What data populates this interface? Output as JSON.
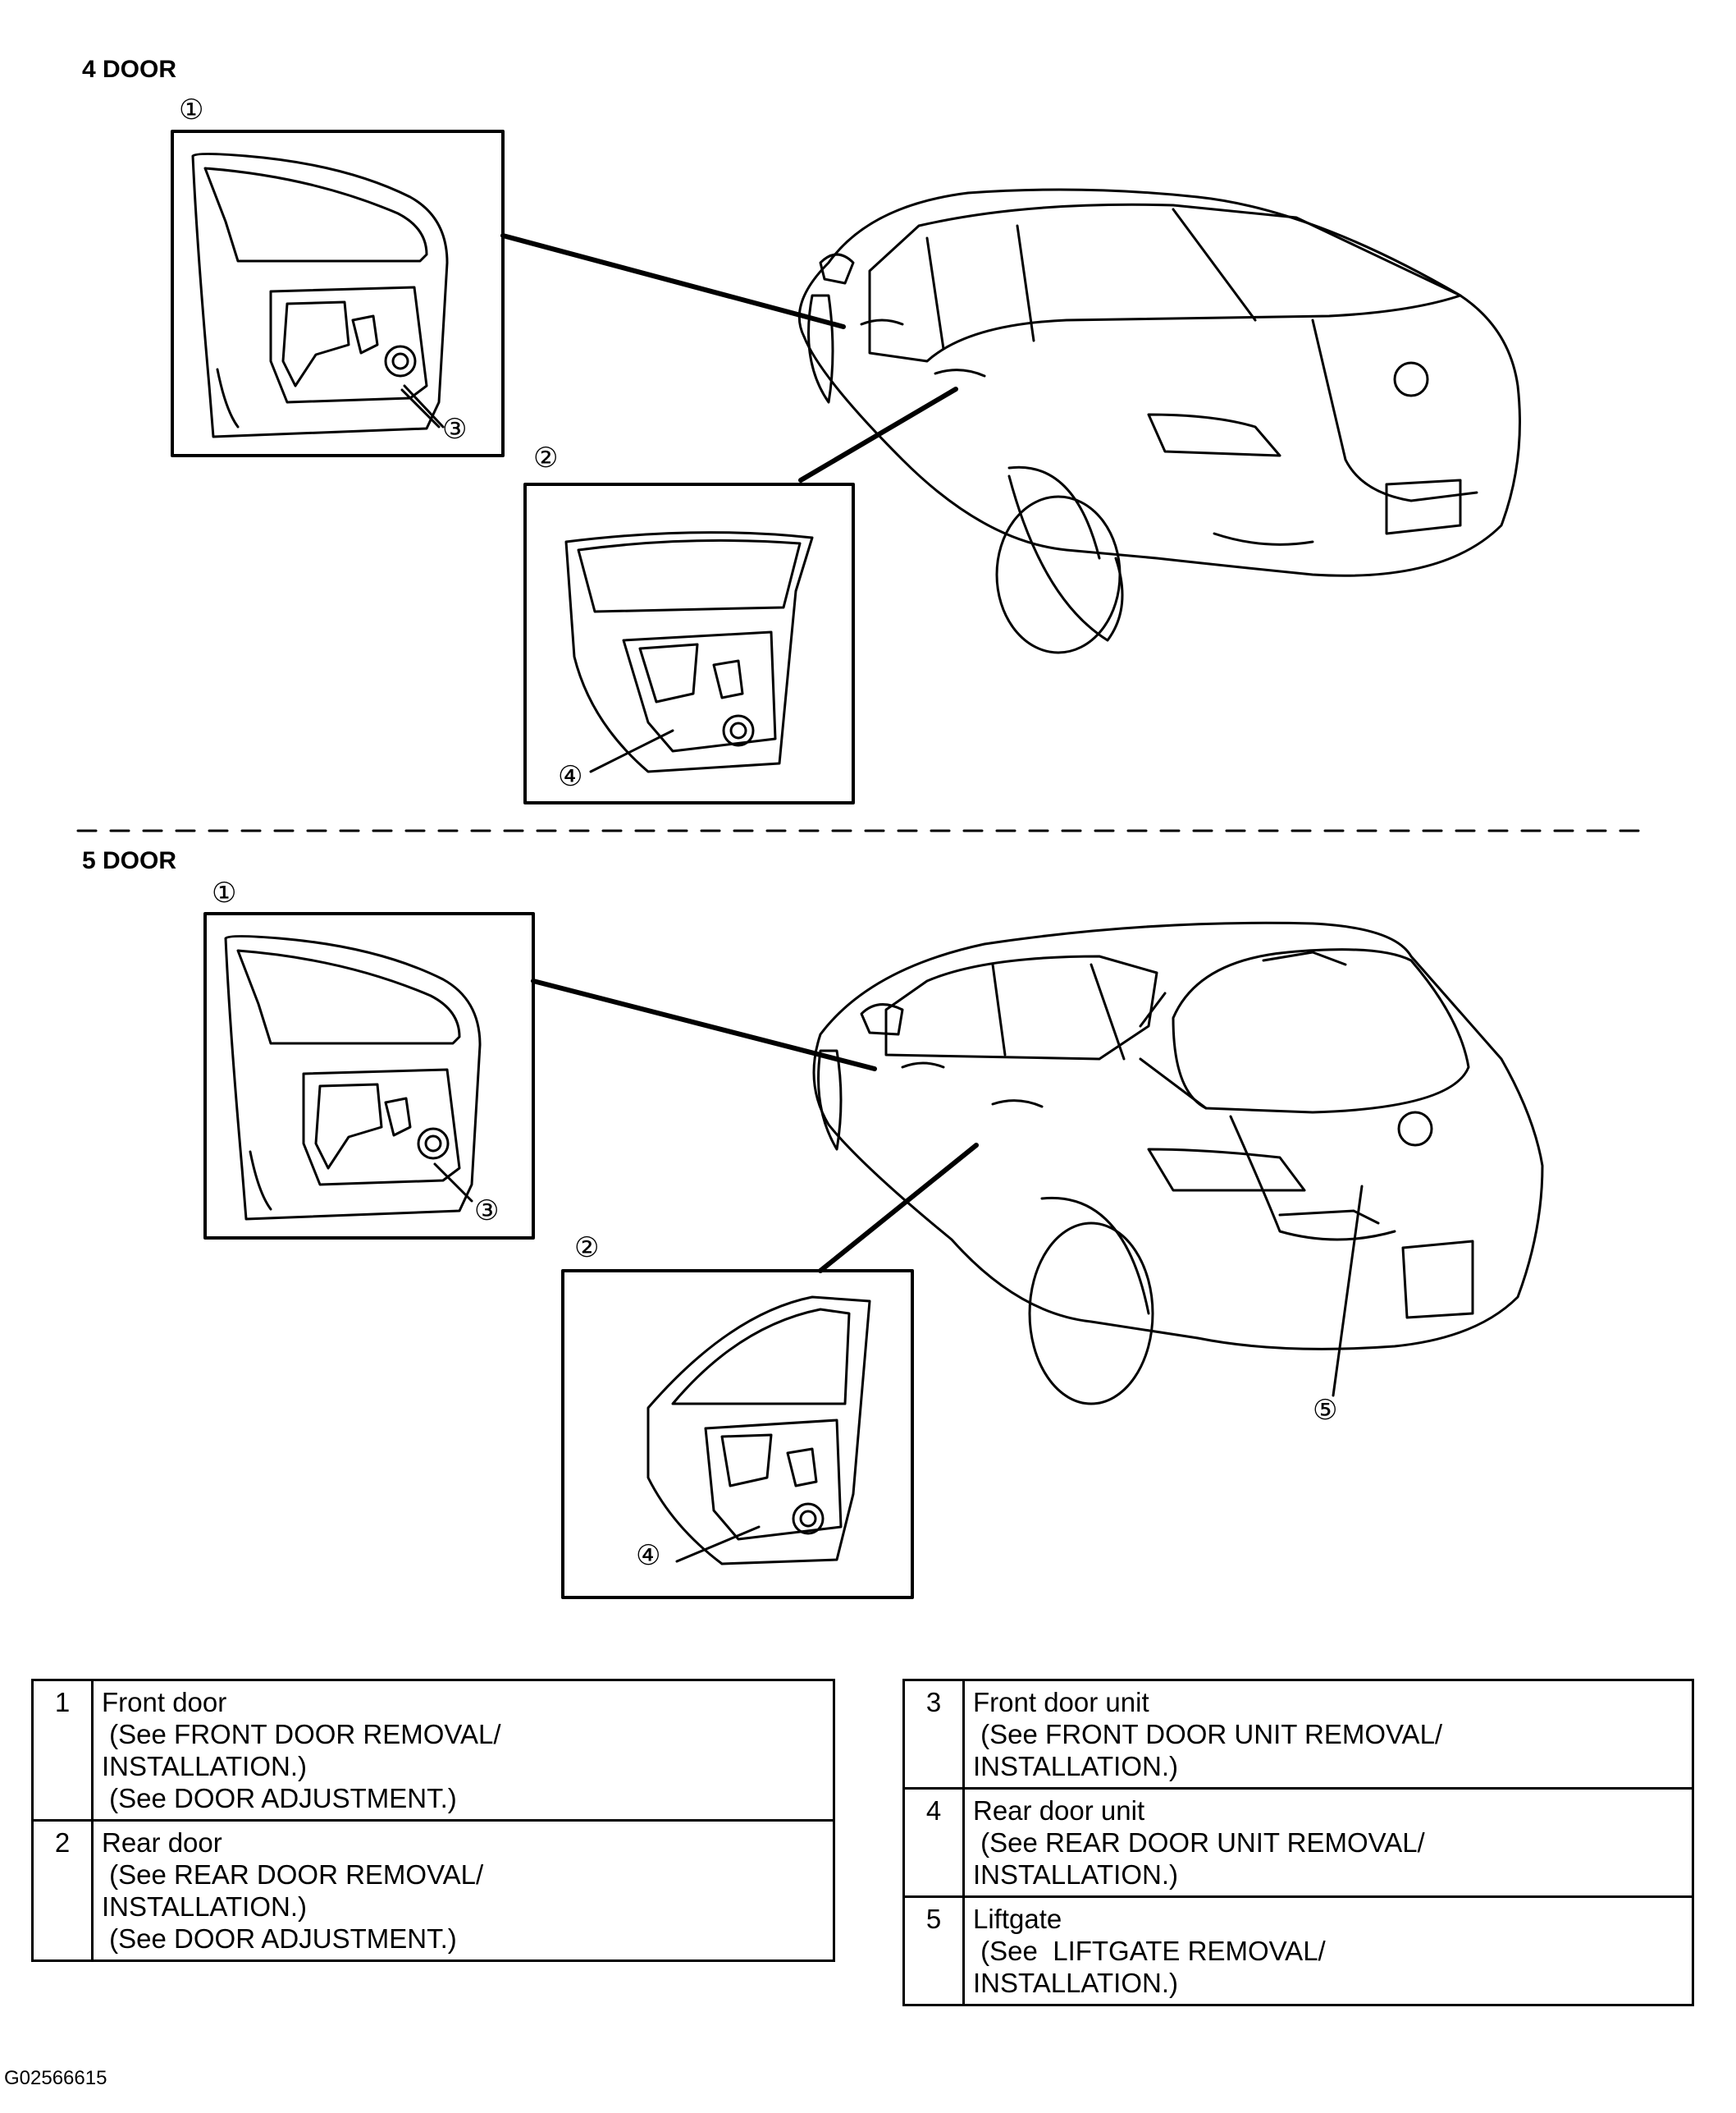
{
  "sections": {
    "four_door": "4 DOOR",
    "five_door": "5 DOOR"
  },
  "callouts": {
    "c1": "①",
    "c2": "②",
    "c3": "③",
    "c4": "④",
    "c5": "⑤"
  },
  "legend_left": [
    {
      "num": "1",
      "lines": [
        "Front door",
        " (See FRONT DOOR REMOVAL/",
        "INSTALLATION.)",
        " (See DOOR ADJUSTMENT.)"
      ]
    },
    {
      "num": "2",
      "lines": [
        "Rear door",
        " (See REAR DOOR REMOVAL/",
        "INSTALLATION.)",
        " (See DOOR ADJUSTMENT.)"
      ]
    }
  ],
  "legend_right": [
    {
      "num": "3",
      "lines": [
        "Front door unit",
        " (See FRONT DOOR UNIT REMOVAL/",
        "INSTALLATION.)"
      ]
    },
    {
      "num": "4",
      "lines": [
        "Rear door unit",
        " (See REAR DOOR UNIT REMOVAL/",
        "INSTALLATION.)"
      ]
    },
    {
      "num": "5",
      "lines": [
        "Liftgate",
        " (See  LIFTGATE REMOVAL/",
        "INSTALLATION.)"
      ]
    }
  ],
  "figure_id": "G02566615"
}
